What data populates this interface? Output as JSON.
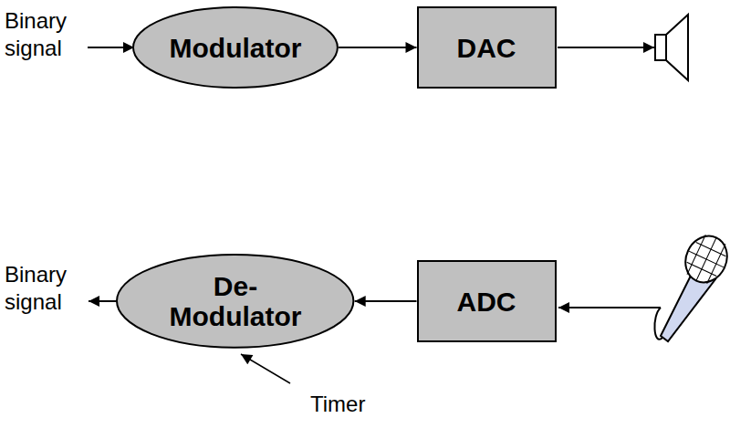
{
  "diagram": {
    "nodes": [
      {
        "text": [
          "Modulator"
        ]
      },
      {
        "text": [
          "DAC"
        ]
      },
      {
        "text": [
          "De- Modulator"
        ]
      },
      {
        "text": [
          "ADC"
        ]
      }
    ],
    "edges": [
      {
        "from": 0,
        "to": 1,
        "arrow": "to"
      },
      {
        "from": 3,
        "to": 2,
        "arrow": "to"
      }
    ],
    "labels": [
      "Binary signal",
      "Binary signal",
      "Timer"
    ]
  }
}
